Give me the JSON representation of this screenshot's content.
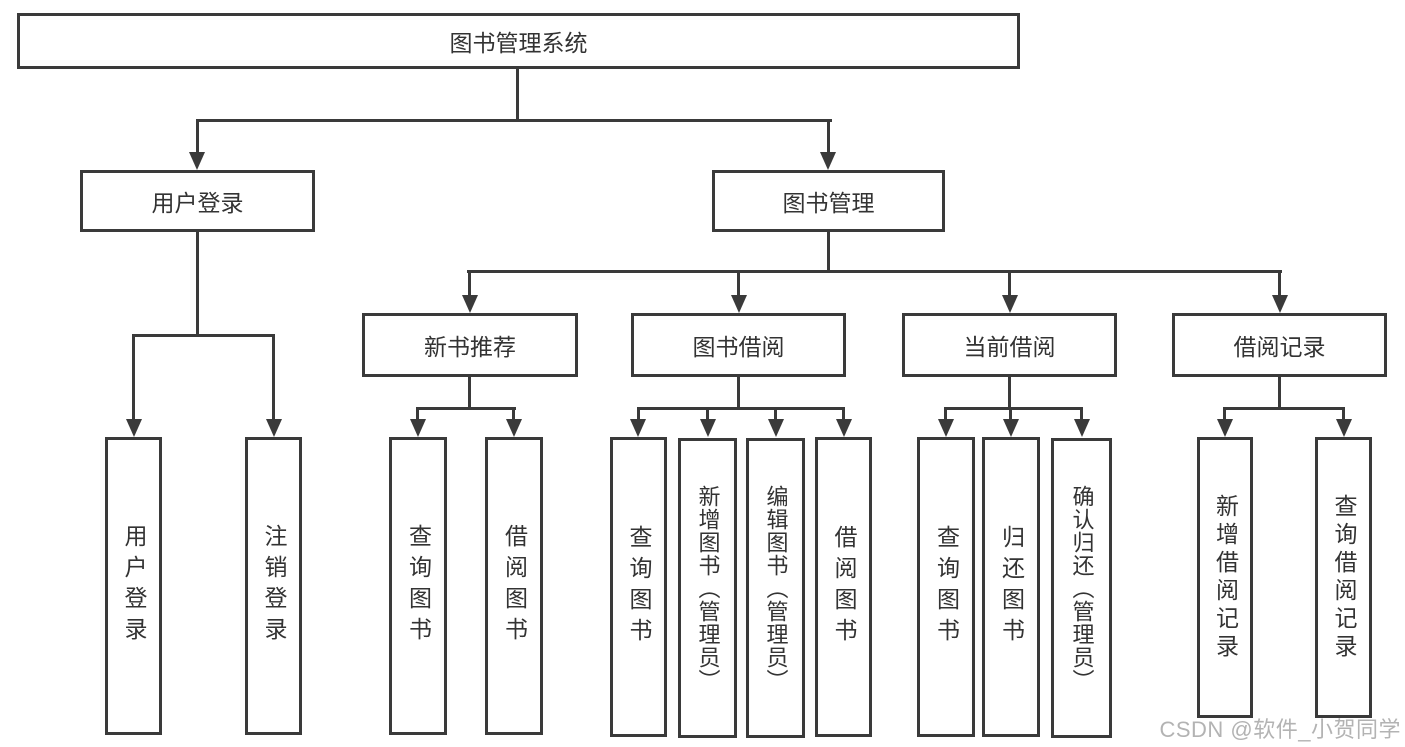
{
  "diagram": {
    "root": {
      "label": "图书管理系统"
    },
    "level2": [
      {
        "label": "用户登录",
        "parent": "图书管理系统"
      },
      {
        "label": "图书管理",
        "parent": "图书管理系统"
      }
    ],
    "level3": [
      {
        "label": "新书推荐",
        "parent": "图书管理"
      },
      {
        "label": "图书借阅",
        "parent": "图书管理"
      },
      {
        "label": "当前借阅",
        "parent": "图书管理"
      },
      {
        "label": "借阅记录",
        "parent": "图书管理"
      }
    ],
    "leaves": [
      {
        "label": "用户登录",
        "parent": "用户登录"
      },
      {
        "label": "注销登录",
        "parent": "用户登录"
      },
      {
        "label": "查询图书",
        "parent": "新书推荐"
      },
      {
        "label": "借阅图书",
        "parent": "新书推荐"
      },
      {
        "label": "查询图书",
        "parent": "图书借阅"
      },
      {
        "label": "新增图书（管理员）",
        "parent": "图书借阅"
      },
      {
        "label": "编辑图书（管理员）",
        "parent": "图书借阅"
      },
      {
        "label": "借阅图书",
        "parent": "图书借阅"
      },
      {
        "label": "查询图书",
        "parent": "当前借阅"
      },
      {
        "label": "归还图书",
        "parent": "当前借阅"
      },
      {
        "label": "确认归还（管理员）",
        "parent": "当前借阅"
      },
      {
        "label": "新增借阅记录",
        "parent": "借阅记录"
      },
      {
        "label": "查询借阅记录",
        "parent": "借阅记录"
      }
    ]
  },
  "watermark": {
    "text": "CSDN @软件_小贺同学"
  },
  "colors": {
    "line": "#3a3a3a",
    "box_border": "#3a3a3a",
    "box_fill": "#ffffff",
    "text": "#333333",
    "watermark": "#b3b3b3",
    "background": "#ffffff"
  }
}
